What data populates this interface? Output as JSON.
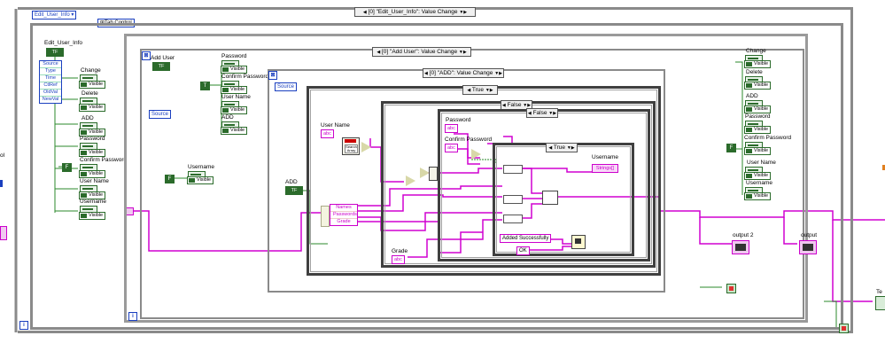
{
  "outer_loop": {
    "event_selector": "[0] \"Edit_User_Info\": Value Change",
    "iteration": "i",
    "ref_label": "Edit_User_Info",
    "tab_control": "Tab Control"
  },
  "edit_user_info": {
    "terminal_label": "Edit_User_Info",
    "terminal_value": "TF",
    "event_data": [
      "Source",
      "Type",
      "Time",
      "CtlRef",
      "OldVal",
      "NewVal"
    ],
    "constant": "F",
    "property_labels": [
      "Change",
      "Delete",
      "ADD",
      "Password",
      "Confirm Password",
      "User Name",
      "Username"
    ],
    "visible_prop": "Visible"
  },
  "add_user_loop": {
    "event_selector": "[0] \"Add User\": Value Change",
    "iteration": "i",
    "terminal_label": "Add User",
    "terminal_value": "TF",
    "constant": "T",
    "source": "Source",
    "property_labels": [
      "Password",
      "Confirm Password",
      "User Name",
      "ADD"
    ],
    "visible_prop": "Visible",
    "username_label": "Username",
    "username_const": "F"
  },
  "add_event": {
    "event_selector": "[0] \"ADD\": Value Change",
    "source": "Source",
    "add_label": "ADD",
    "add_value": "TF",
    "unbundle": [
      "Names",
      "Passwords",
      "Grade"
    ],
    "case_true": "True",
    "case_false_1": "False",
    "case_false_2": "False",
    "case_true_inner": "True",
    "user_name_label": "User Name",
    "password_label": "Password",
    "confirm_label": "Confirm Password",
    "grade_label": "Grade",
    "str_ctl": "abc",
    "username_ind": "Username",
    "strings_ind": "Strings[]",
    "added_msg": "Added Successfully",
    "ok_label": "OK",
    "search_fn": "Search Array"
  },
  "right_panel": {
    "constant": "F",
    "property_labels": [
      "Change",
      "Delete",
      "ADD",
      "Password",
      "Confirm Password",
      "User Name",
      "Username"
    ],
    "visible_prop": "Visible",
    "output2": "output 2",
    "output": "output",
    "te_label": "Te"
  },
  "left_edge": {
    "fragment": "ol"
  }
}
